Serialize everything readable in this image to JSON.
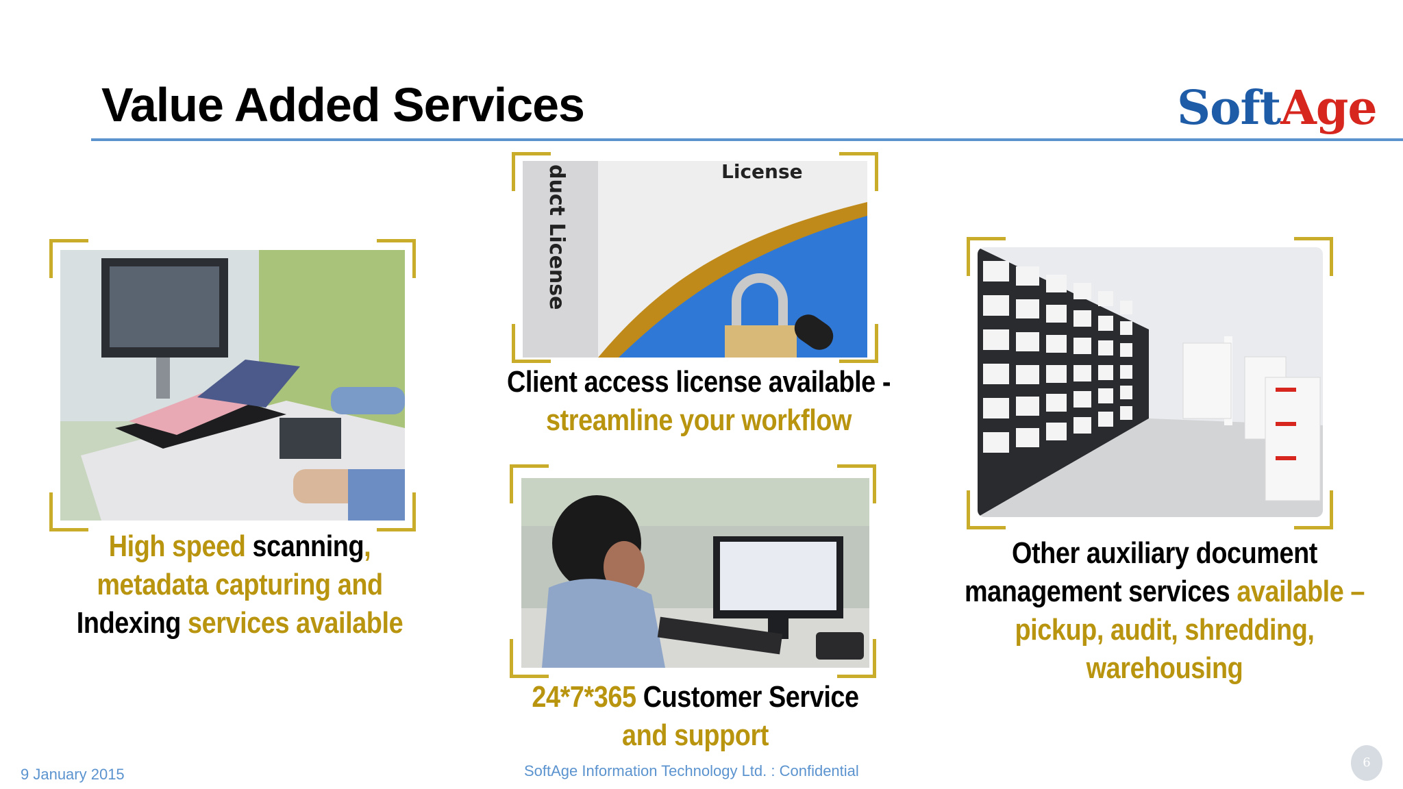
{
  "slide": {
    "title": "Value Added Services",
    "logo": {
      "part1": "Soft",
      "part2": "Age"
    },
    "colors": {
      "gold": "#b8940f",
      "frame": "#c9ad2a",
      "rule": "#5b93cf",
      "logo_blue": "#1e5ca8",
      "logo_red": "#d6261e"
    }
  },
  "services": {
    "scanning": {
      "image_icon": "book-scanner-photo",
      "caption": {
        "l1a": "High speed",
        "l1b": " scanning",
        "l1c": ",",
        "l2": "metadata capturing and",
        "l3a": "Indexing",
        "l3b": " services available"
      }
    },
    "license": {
      "image_icon": "license-box-padlock-photo",
      "box_text_top": "License",
      "box_text_side": "duct License",
      "caption": {
        "l1": "Client access license available -",
        "l2": "streamline your workflow"
      }
    },
    "support": {
      "image_icon": "call-center-agent-photo",
      "caption": {
        "l1a": "24*7*365",
        "l1b": " Customer Service",
        "l2": "and support"
      }
    },
    "auxiliary": {
      "image_icon": "document-warehouse-photo",
      "caption": {
        "l1": "Other auxiliary document",
        "l2a": "management services",
        "l2b": " available –",
        "l3": "pickup, audit, shredding,",
        "l4": "warehousing"
      }
    }
  },
  "footer": {
    "date": "9 January 2015",
    "company": "SoftAge Information Technology Ltd. : Confidential",
    "page_number": "6"
  }
}
